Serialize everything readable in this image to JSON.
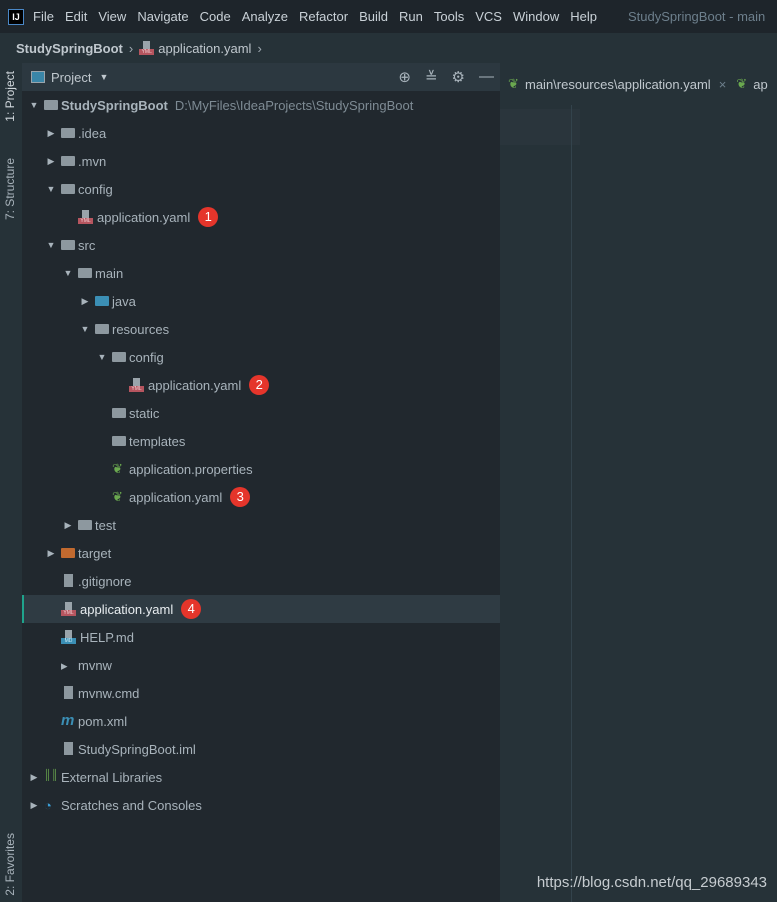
{
  "menubar": {
    "items": [
      "File",
      "Edit",
      "View",
      "Navigate",
      "Code",
      "Analyze",
      "Refactor",
      "Build",
      "Run",
      "Tools",
      "VCS",
      "Window",
      "Help"
    ],
    "window_title": "StudySpringBoot - main"
  },
  "breadcrumb": {
    "project": "StudySpringBoot",
    "file": "application.yaml"
  },
  "sidebar_tabs": {
    "project": "1: Project",
    "structure": "7: Structure",
    "favorites": "2: Favorites"
  },
  "panel": {
    "title": "Project"
  },
  "tree": [
    {
      "depth": 0,
      "arrow": "open",
      "icon": "project-folder",
      "label": "StudySpringBoot",
      "path": "D:\\MyFiles\\IdeaProjects\\StudySpringBoot"
    },
    {
      "depth": 1,
      "arrow": "closed",
      "icon": "folder",
      "label": ".idea"
    },
    {
      "depth": 1,
      "arrow": "closed",
      "icon": "folder",
      "label": ".mvn"
    },
    {
      "depth": 1,
      "arrow": "open",
      "icon": "folder",
      "label": "config"
    },
    {
      "depth": 2,
      "arrow": "none",
      "icon": "yaml",
      "label": "application.yaml",
      "badge": "1"
    },
    {
      "depth": 1,
      "arrow": "open",
      "icon": "folder",
      "label": "src"
    },
    {
      "depth": 2,
      "arrow": "open",
      "icon": "folder",
      "label": "main"
    },
    {
      "depth": 3,
      "arrow": "closed",
      "icon": "folder-blue",
      "label": "java"
    },
    {
      "depth": 3,
      "arrow": "open",
      "icon": "folder",
      "label": "resources"
    },
    {
      "depth": 4,
      "arrow": "open",
      "icon": "folder",
      "label": "config"
    },
    {
      "depth": 5,
      "arrow": "none",
      "icon": "yaml",
      "label": "application.yaml",
      "badge": "2"
    },
    {
      "depth": 4,
      "arrow": "none",
      "icon": "folder",
      "label": "static"
    },
    {
      "depth": 4,
      "arrow": "none",
      "icon": "folder",
      "label": "templates"
    },
    {
      "depth": 4,
      "arrow": "none",
      "icon": "spring",
      "label": "application.properties"
    },
    {
      "depth": 4,
      "arrow": "none",
      "icon": "spring",
      "label": "application.yaml",
      "badge": "3"
    },
    {
      "depth": 2,
      "arrow": "closed",
      "icon": "folder",
      "label": "test"
    },
    {
      "depth": 1,
      "arrow": "closed",
      "icon": "folder-orange",
      "label": "target"
    },
    {
      "depth": 1,
      "arrow": "none",
      "icon": "gitignore",
      "label": ".gitignore"
    },
    {
      "depth": 1,
      "arrow": "none",
      "icon": "yaml",
      "label": "application.yaml",
      "badge": "4",
      "selected": true
    },
    {
      "depth": 1,
      "arrow": "none",
      "icon": "markdown",
      "label": "HELP.md"
    },
    {
      "depth": 1,
      "arrow": "none",
      "icon": "shell",
      "label": "mvnw"
    },
    {
      "depth": 1,
      "arrow": "none",
      "icon": "text-file",
      "label": "mvnw.cmd"
    },
    {
      "depth": 1,
      "arrow": "none",
      "icon": "maven",
      "label": "pom.xml"
    },
    {
      "depth": 1,
      "arrow": "none",
      "icon": "iml",
      "label": "StudySpringBoot.iml"
    },
    {
      "depth": 0,
      "arrow": "closed",
      "icon": "libraries",
      "label": "External Libraries"
    },
    {
      "depth": 0,
      "arrow": "closed",
      "icon": "scratches",
      "label": "Scratches and Consoles"
    }
  ],
  "editor": {
    "tabs": [
      "main\\resources\\application.yaml",
      "ap"
    ]
  },
  "watermark": "https://blog.csdn.net/qq_29689343"
}
